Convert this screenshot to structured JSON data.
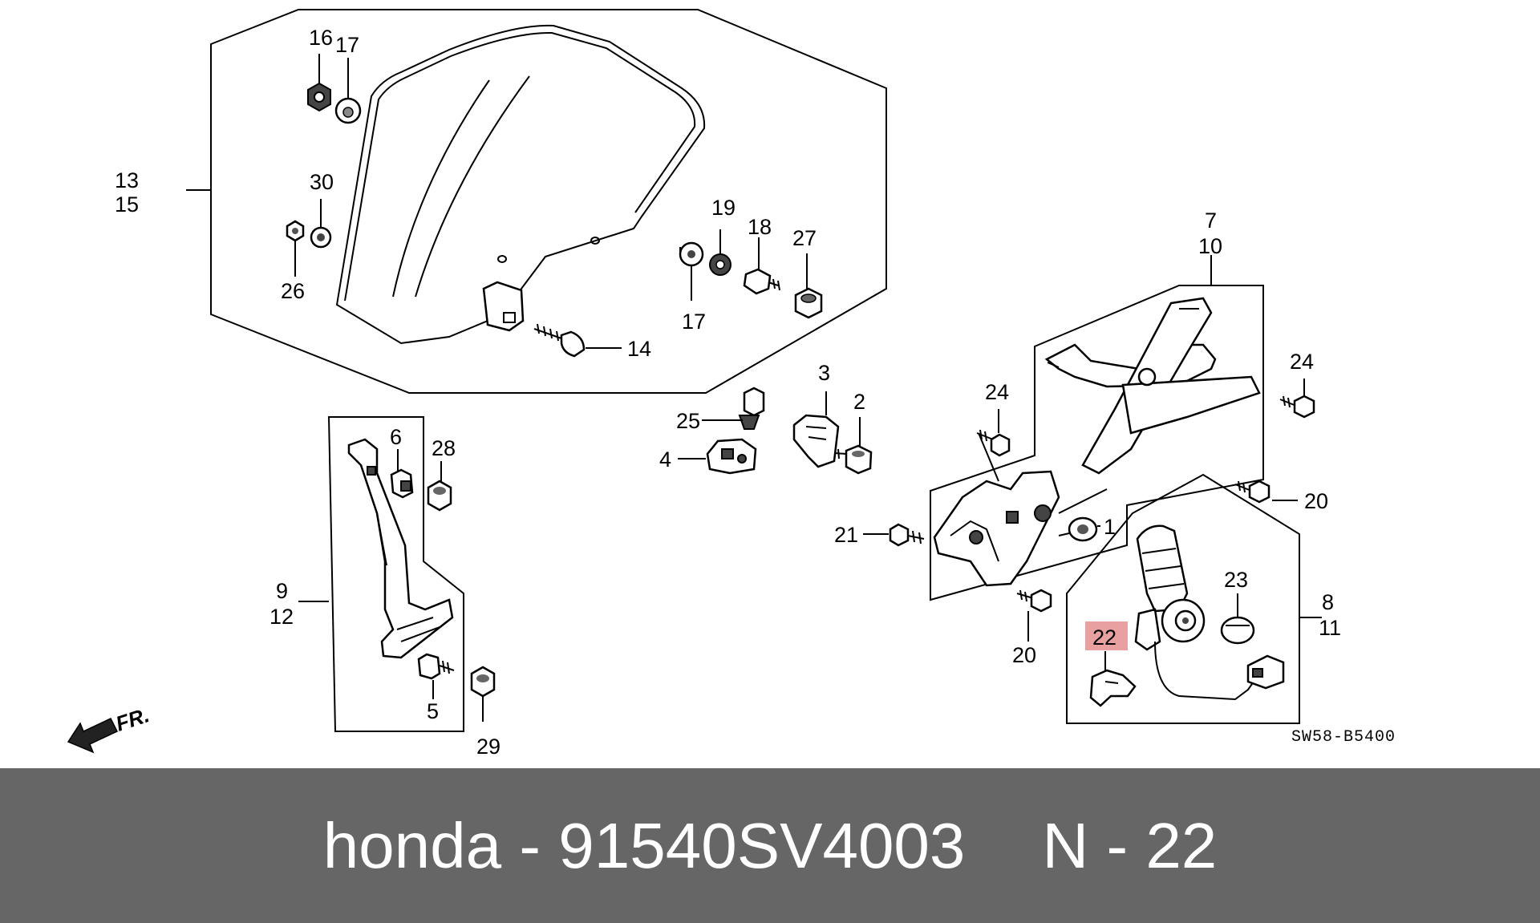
{
  "diagram": {
    "code": "SW58-B5400",
    "front_marker": "FR.",
    "highlight_color": "#e8a0a0",
    "labels": {
      "l1": "1",
      "l2": "2",
      "l3": "3",
      "l4": "4",
      "l5": "5",
      "l6": "6",
      "l7": "7",
      "l8": "8",
      "l9": "9",
      "l10": "10",
      "l11": "11",
      "l12": "12",
      "l13": "13",
      "l14": "14",
      "l15": "15",
      "l16": "16",
      "l17a": "17",
      "l17b": "17",
      "l18": "18",
      "l19": "19",
      "l20a": "20",
      "l20b": "20",
      "l21": "21",
      "l22": "22",
      "l23": "23",
      "l24a": "24",
      "l24b": "24",
      "l25": "25",
      "l26": "26",
      "l27": "27",
      "l28": "28",
      "l29": "29",
      "l30": "30"
    }
  },
  "footer": {
    "brand": "honda",
    "separator": "-",
    "part_number": "91540SV4003",
    "ref_prefix": "N",
    "ref_separator": "-",
    "ref_number": "22"
  }
}
